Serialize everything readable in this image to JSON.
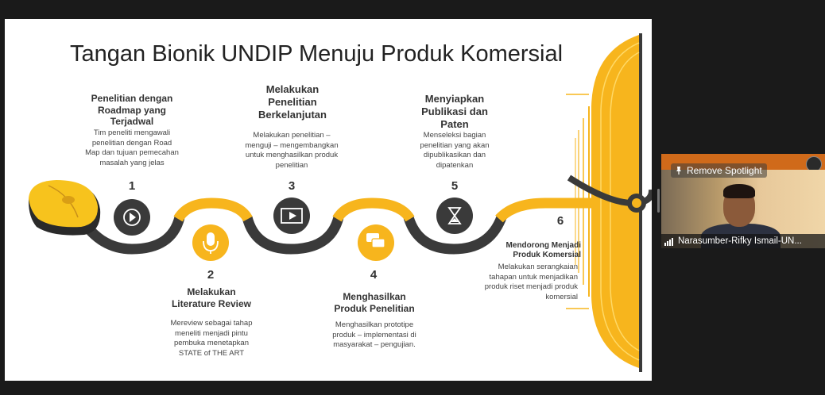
{
  "slide": {
    "title": "Tangan Bionik UNDIP Menuju Produk Komersial",
    "steps": [
      {
        "number": "1",
        "heading": "Penelitian dengan Roadmap yang Terjadwal",
        "description": "Tim peneliti mengawali penelitian dengan Road Map dan tujuan pemecahan masalah yang jelas",
        "icon": "play-icon"
      },
      {
        "number": "2",
        "heading": "Melakukan Literature Review",
        "description": "Mereview sebagai tahap meneliti menjadi pintu pembuka menetapkan STATE of THE ART",
        "icon": "microphone-icon"
      },
      {
        "number": "3",
        "heading": "Melakukan Penelitian Berkelanjutan",
        "description": "Melakukan penelitian – menguji – mengembangkan untuk menghasilkan produk penelitian",
        "icon": "film-icon"
      },
      {
        "number": "4",
        "heading": "Menghasilkan Produk Penelitian",
        "description": "Menghasilkan prototipe produk – implementasi di masyarakat – pengujian.",
        "icon": "chat-icon"
      },
      {
        "number": "5",
        "heading": "Menyiapkan Publikasi dan Paten",
        "description": "Menseleksi bagian penelitian yang akan dipublikasikan dan dipatenkan",
        "icon": "hourglass-icon"
      },
      {
        "number": "6",
        "heading": "Mendorong Menjadi Produk Komersial",
        "description": "Melakukan serangkaian tahapan untuk menjadikan produk riset menjadi produk komersial",
        "icon": "book-icon"
      }
    ]
  },
  "video": {
    "spotlight_label": "Remove Spotlight",
    "participant_name": "Narasumber-Rifky Ismail-UN..."
  },
  "colors": {
    "accent": "#F7B51D",
    "dark": "#3A3A3A",
    "background": "#1A1A1A"
  }
}
